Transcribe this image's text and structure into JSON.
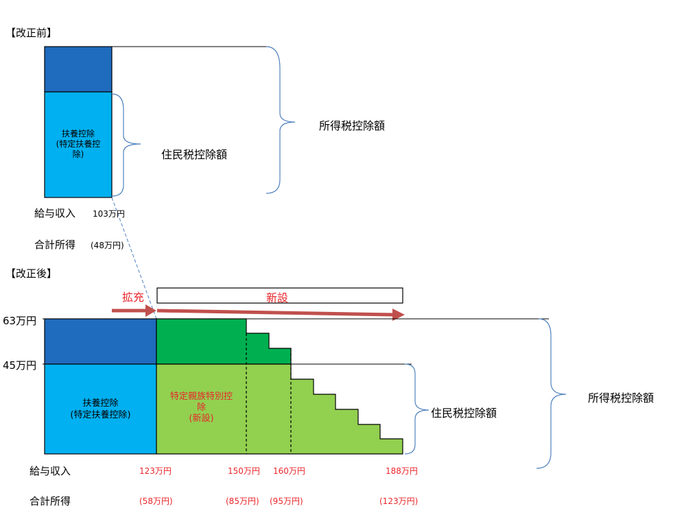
{
  "before": {
    "title": "【改正前】",
    "box_label": "扶養控除\n(特定扶養控\n除)",
    "resident_label": "住民税控除額",
    "income_tax_label": "所得税控除額",
    "salary_label": "給与収入",
    "salary_value": "103万円",
    "total_label": "合計所得",
    "total_value": "(48万円)"
  },
  "after": {
    "title": "【改正後】",
    "expand_label": "拡充",
    "new_label": "新設",
    "y_63": "63万円",
    "y_45": "45万円",
    "box_label": "扶養控除\n(特定扶養控除)",
    "green_label": "特定親族特別控\n除\n(新設)",
    "resident_label": "住民税控除額",
    "income_tax_label": "所得税控除額",
    "salary_label": "給与収入",
    "total_label": "合計所得",
    "salary_values": [
      "123万円",
      "150万円",
      "160万円",
      "188万円"
    ],
    "total_values": [
      "(58万円)",
      "(85万円)",
      "(95万円)",
      "(123万円)"
    ]
  },
  "colors": {
    "dark_blue": "#1f6bbd",
    "light_blue": "#00b0f0",
    "dark_green": "#00b050",
    "light_green": "#92d050",
    "red": "#e8262a",
    "arrow": "#c0504d",
    "bracket": "#4f81bd"
  }
}
